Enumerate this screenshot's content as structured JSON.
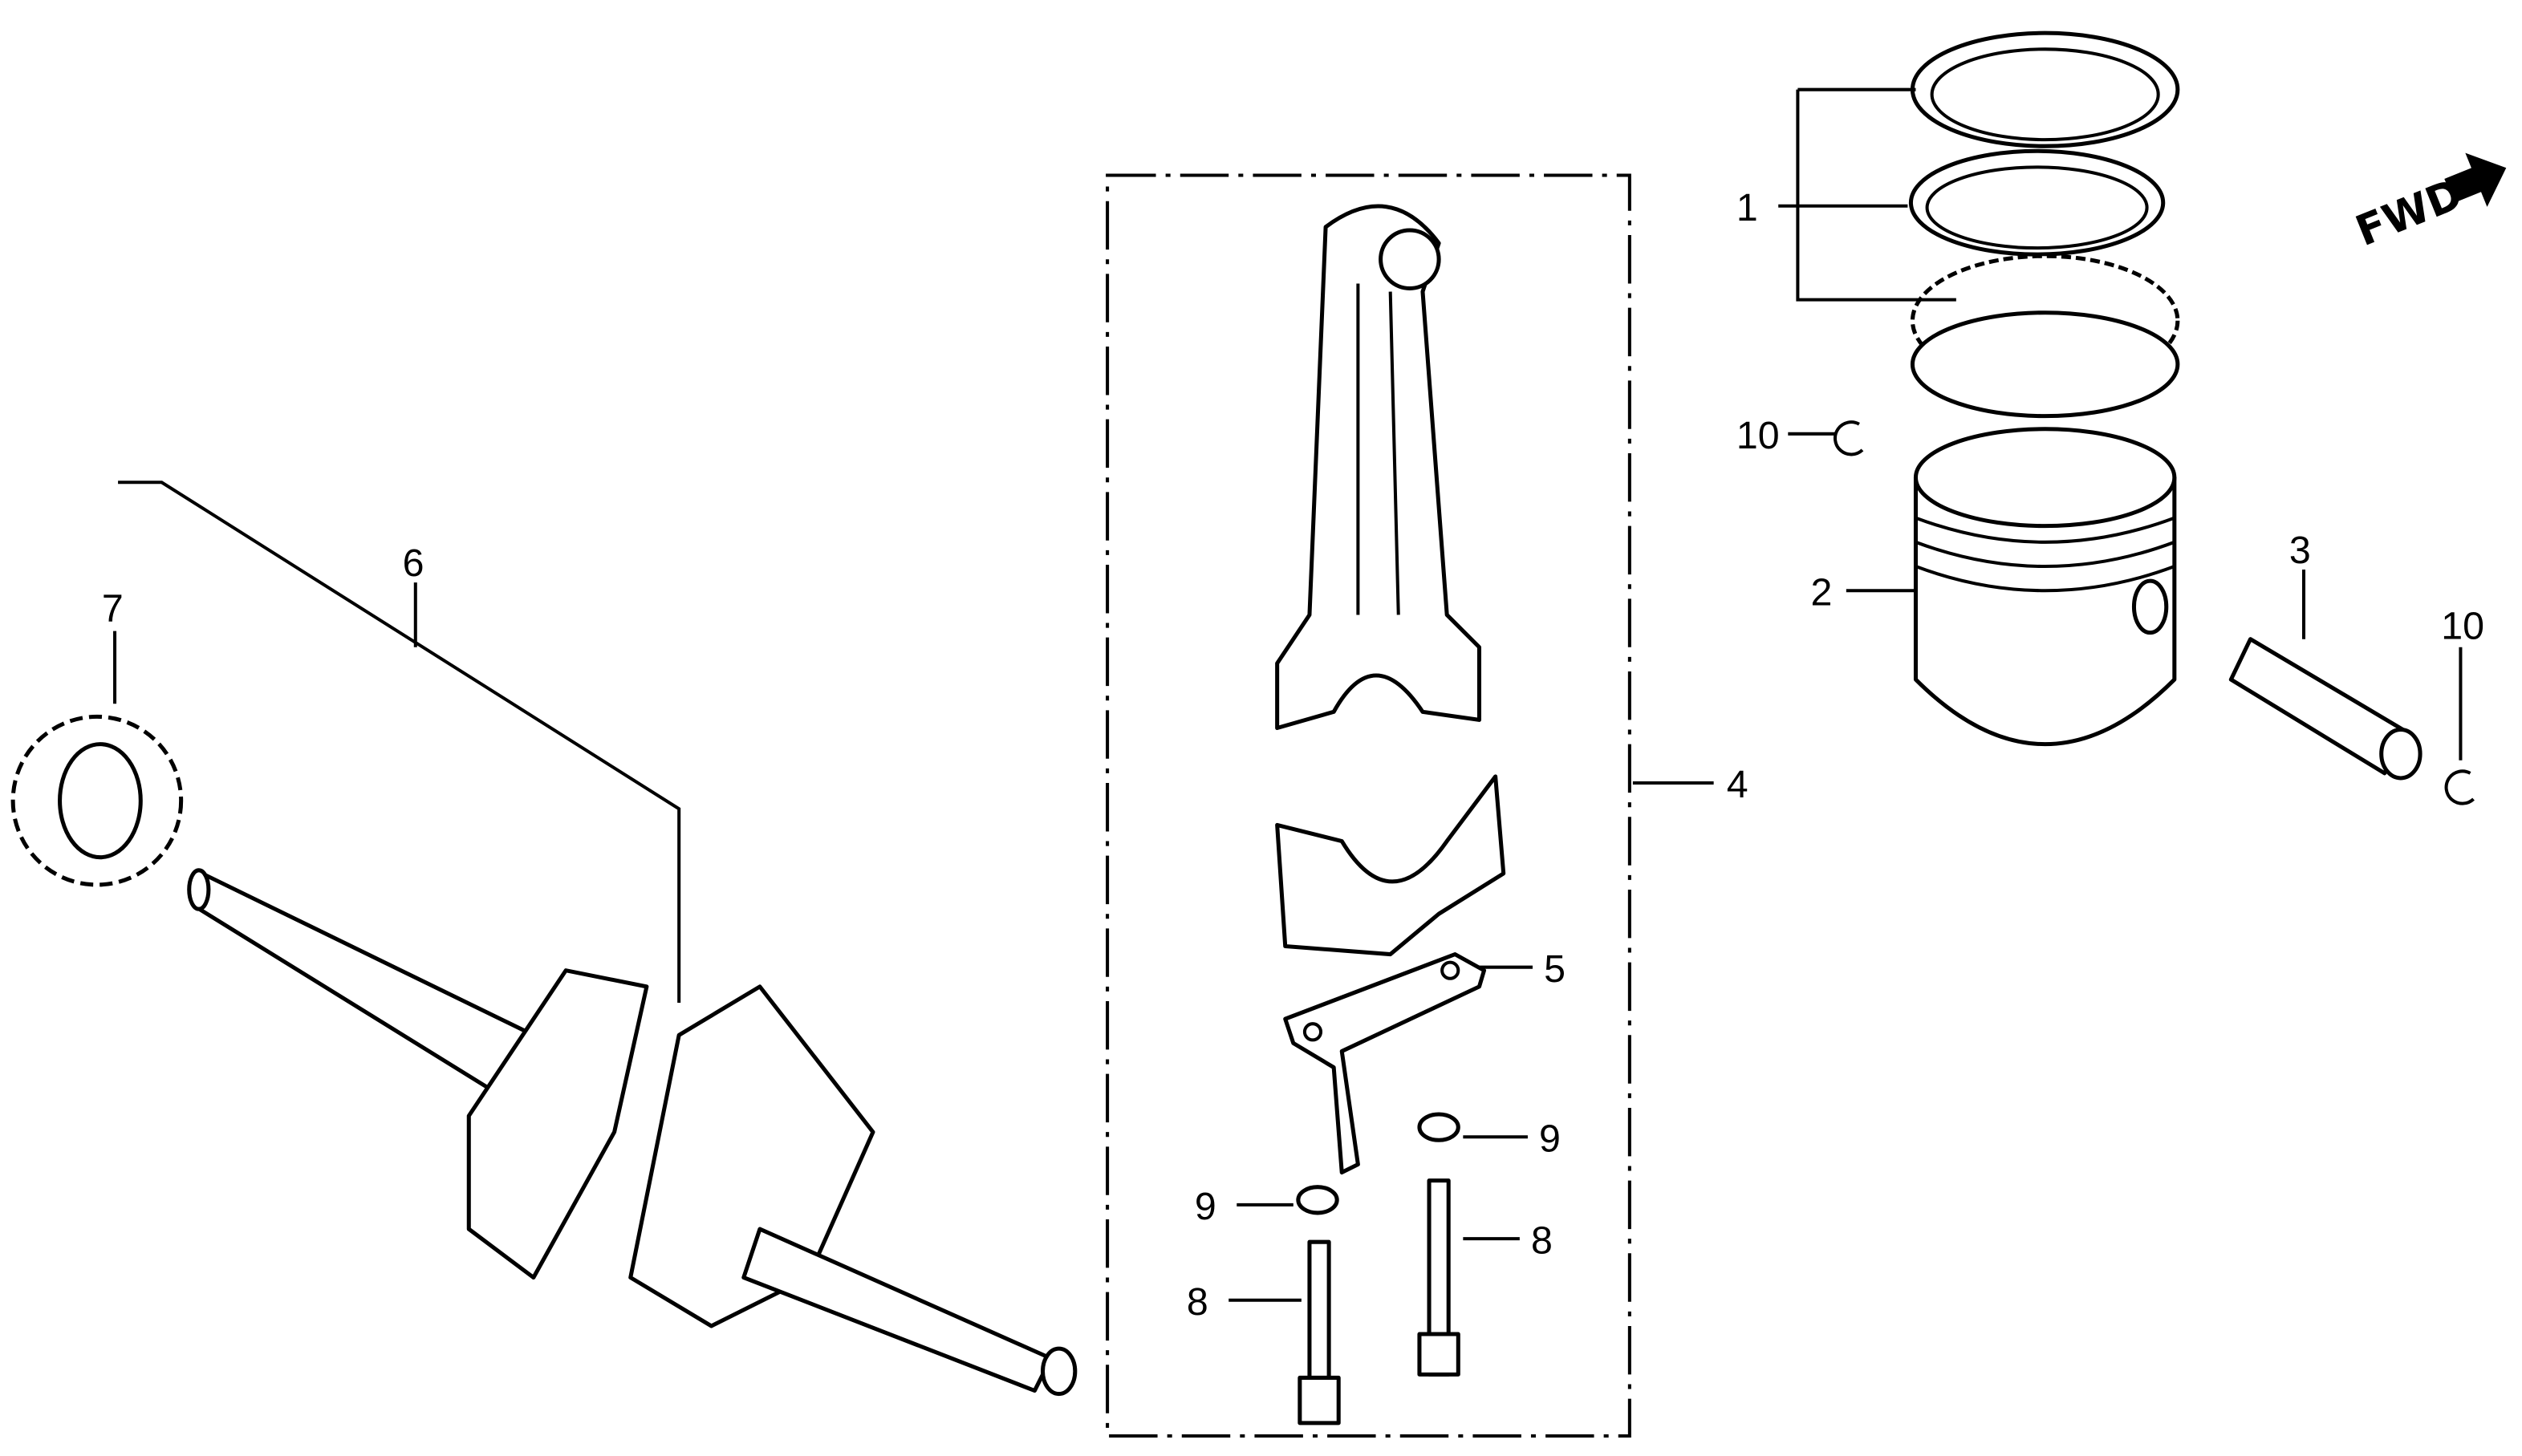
{
  "diagram": {
    "direction_label": "FWD",
    "callouts": [
      {
        "id": "1",
        "part": "piston-rings"
      },
      {
        "id": "2",
        "part": "piston"
      },
      {
        "id": "3",
        "part": "piston-pin"
      },
      {
        "id": "4",
        "part": "connecting-rod-assembly"
      },
      {
        "id": "5",
        "part": "lock-plate"
      },
      {
        "id": "6",
        "part": "crankshaft-assembly"
      },
      {
        "id": "7",
        "part": "timing-gear"
      },
      {
        "id": "8",
        "part": "rod-bolt"
      },
      {
        "id": "9",
        "part": "washer"
      },
      {
        "id": "10",
        "part": "piston-pin-clip"
      }
    ],
    "labels": {
      "c1": "1",
      "c2": "2",
      "c3": "3",
      "c4": "4",
      "c5": "5",
      "c6": "6",
      "c7": "7",
      "c8a": "8",
      "c8b": "8",
      "c9a": "9",
      "c9b": "9",
      "c10a": "10",
      "c10b": "10"
    }
  }
}
